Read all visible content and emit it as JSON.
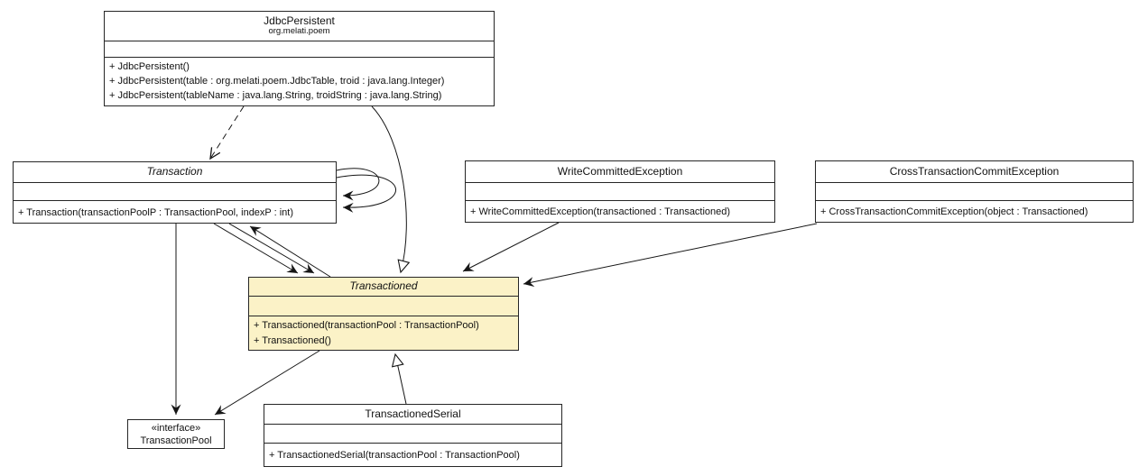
{
  "diagram": {
    "type": "uml-class-diagram",
    "highlight_fill": "#FBF2C7",
    "box_fill": "#FFFFFF",
    "border_color": "#262626",
    "line_color": "#161616"
  },
  "classes": {
    "jdbc_persistent": {
      "name": "JdbcPersistent",
      "package": "org.melati.poem",
      "methods": [
        "+ JdbcPersistent()",
        "+ JdbcPersistent(table : org.melati.poem.JdbcTable, troid : java.lang.Integer)",
        "+ JdbcPersistent(tableName : java.lang.String, troidString : java.lang.String)"
      ]
    },
    "transaction": {
      "name": "Transaction",
      "abstract": true,
      "methods": [
        "+ Transaction(transactionPoolP : TransactionPool, indexP : int)"
      ]
    },
    "write_committed_exception": {
      "name": "WriteCommittedException",
      "methods": [
        "+ WriteCommittedException(transactioned : Transactioned)"
      ]
    },
    "cross_transaction_commit_exception": {
      "name": "CrossTransactionCommitException",
      "methods": [
        "+ CrossTransactionCommitException(object : Transactioned)"
      ]
    },
    "transactioned": {
      "name": "Transactioned",
      "abstract": true,
      "highlighted": true,
      "methods": [
        "+ Transactioned(transactionPool : TransactionPool)",
        "+ Transactioned()"
      ]
    },
    "transaction_pool": {
      "stereotype": "«interface»",
      "name": "TransactionPool"
    },
    "transactioned_serial": {
      "name": "TransactionedSerial",
      "methods": [
        "+ TransactionedSerial(transactionPool : TransactionPool)"
      ]
    }
  },
  "relationships": [
    {
      "from": "JdbcPersistent",
      "to": "Transaction",
      "type": "dependency (dashed arrow)"
    },
    {
      "from": "JdbcPersistent",
      "to": "Transactioned",
      "type": "generalization (hollow triangle)"
    },
    {
      "from": "Transaction",
      "to": "Transaction",
      "type": "self association",
      "count": 2
    },
    {
      "from": "Transaction",
      "to": "Transactioned",
      "type": "association",
      "count": 2
    },
    {
      "from": "Transactioned",
      "to": "Transaction",
      "type": "association"
    },
    {
      "from": "Transaction",
      "to": "TransactionPool",
      "type": "association"
    },
    {
      "from": "Transactioned",
      "to": "TransactionPool",
      "type": "association"
    },
    {
      "from": "WriteCommittedException",
      "to": "Transactioned",
      "type": "association"
    },
    {
      "from": "CrossTransactionCommitException",
      "to": "Transactioned",
      "type": "association"
    },
    {
      "from": "TransactionedSerial",
      "to": "Transactioned",
      "type": "generalization (hollow triangle)"
    }
  ]
}
